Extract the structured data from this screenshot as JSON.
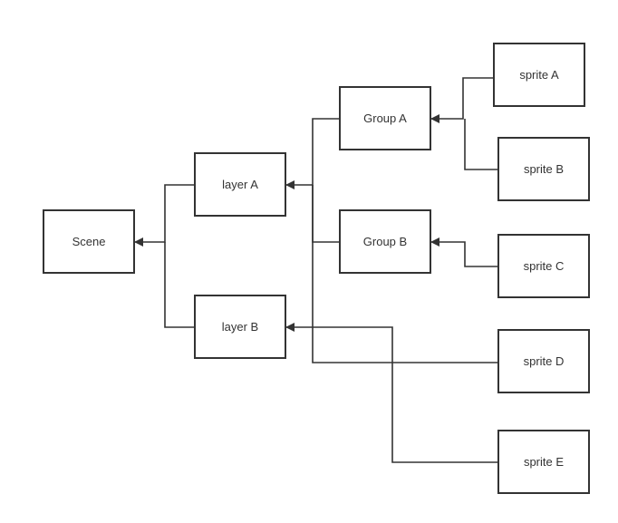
{
  "nodes": {
    "scene": "Scene",
    "layer_a": "layer A",
    "layer_b": "layer B",
    "group_a": "Group A",
    "group_b": "Group B",
    "sprite_a": "sprite A",
    "sprite_b": "sprite B",
    "sprite_c": "sprite C",
    "sprite_d": "sprite D",
    "sprite_e": "sprite E"
  },
  "edges": [
    {
      "from": "layer A",
      "to": "Scene"
    },
    {
      "from": "layer B",
      "to": "Scene"
    },
    {
      "from": "Group A",
      "to": "layer A"
    },
    {
      "from": "Group B",
      "to": "layer A"
    },
    {
      "from": "sprite D",
      "to": "layer A"
    },
    {
      "from": "sprite E",
      "to": "layer B"
    },
    {
      "from": "sprite A",
      "to": "Group A"
    },
    {
      "from": "sprite B",
      "to": "Group A"
    },
    {
      "from": "sprite C",
      "to": "Group B"
    }
  ],
  "colors": {
    "stroke": "#333333",
    "background": "#ffffff"
  }
}
